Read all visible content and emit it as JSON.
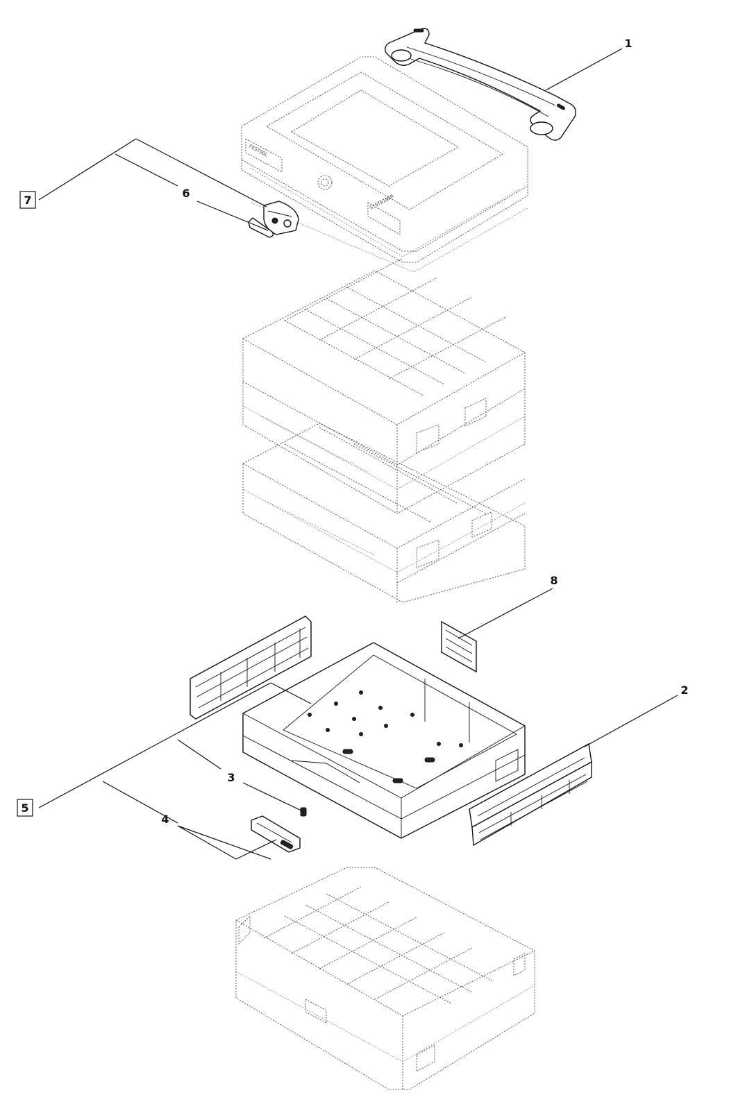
{
  "callouts": [
    {
      "id": "c1",
      "text": "1",
      "boxed": false
    },
    {
      "id": "c2",
      "text": "2",
      "boxed": false
    },
    {
      "id": "c3",
      "text": "3",
      "boxed": false
    },
    {
      "id": "c4",
      "text": "4",
      "boxed": false
    },
    {
      "id": "c5",
      "text": "5",
      "boxed": true
    },
    {
      "id": "c6",
      "text": "6",
      "boxed": false
    },
    {
      "id": "c7",
      "text": "7",
      "boxed": true
    },
    {
      "id": "c8",
      "text": "8",
      "boxed": false
    }
  ],
  "lid_branding": {
    "left_plate": "FESTOOL",
    "right_plate": "SYSTAINER"
  },
  "colors": {
    "line": "#111111",
    "dotted": "#555555",
    "background": "#ffffff"
  }
}
